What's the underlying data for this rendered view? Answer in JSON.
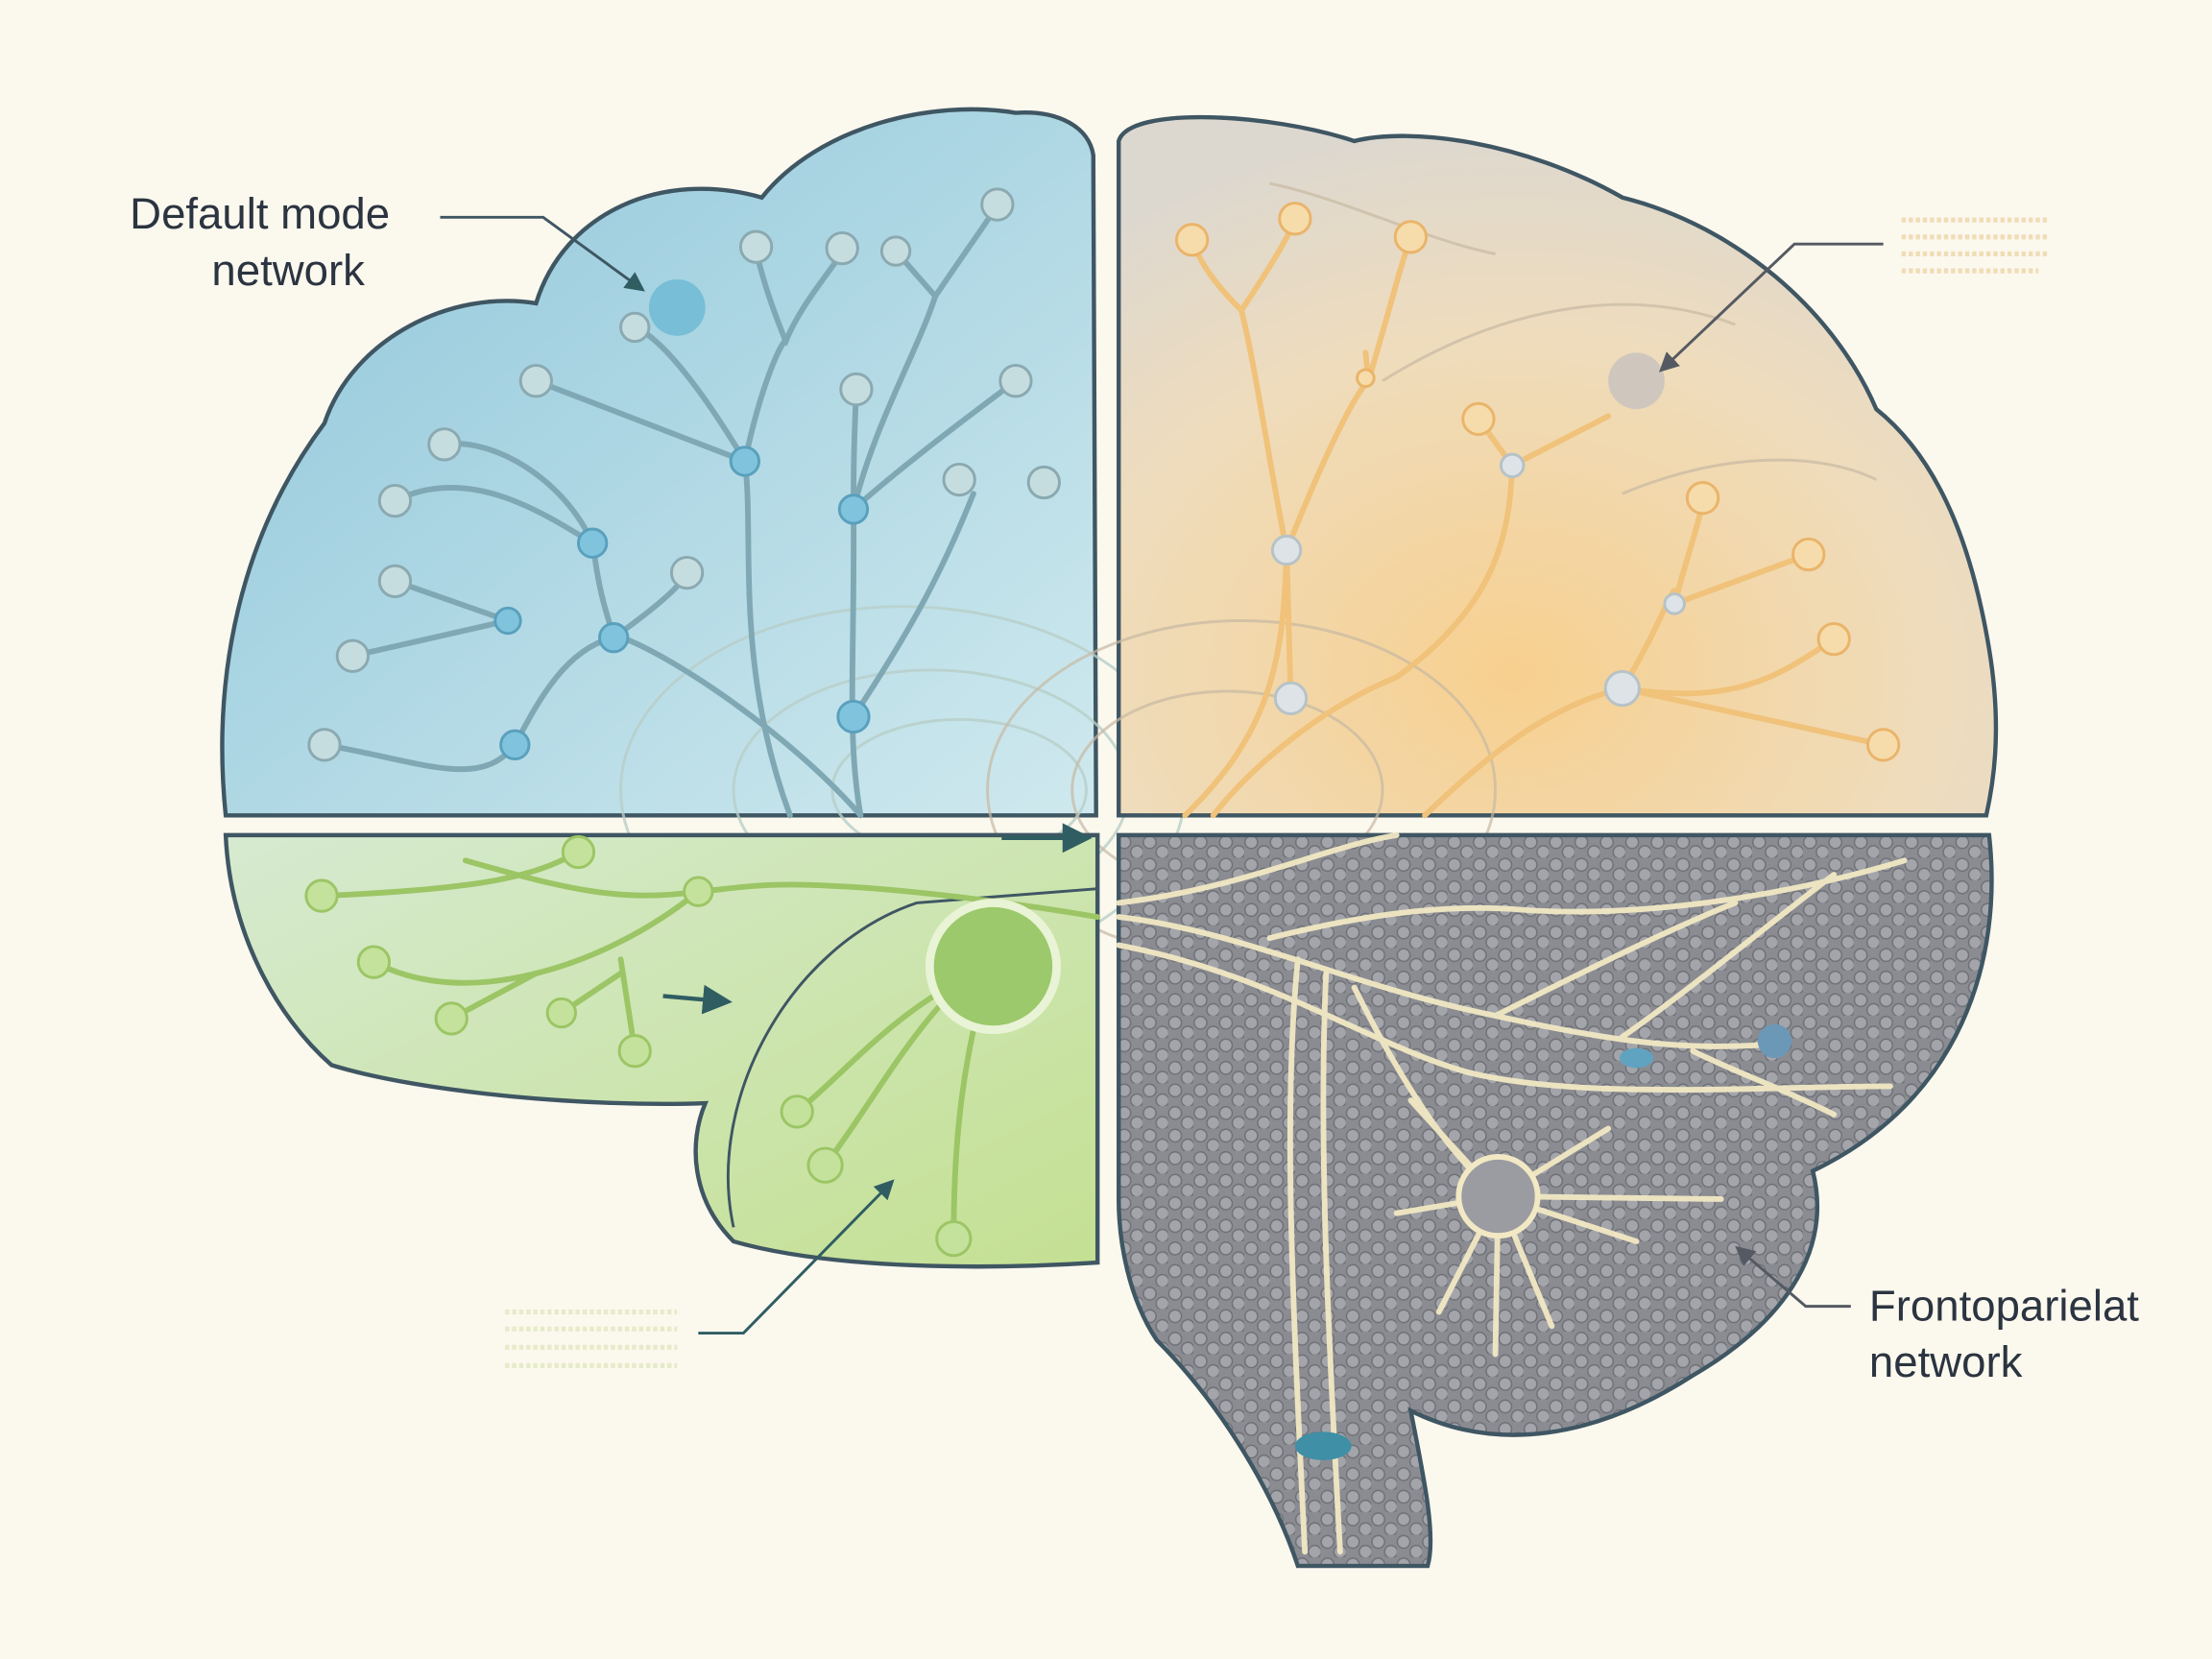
{
  "labels": {
    "default_mode_line1": "Default mode",
    "default_mode_line2": "network",
    "frontoparietal_line1": "Frontoparielat",
    "frontoparietal_line2": "network"
  },
  "colors": {
    "background": "#fbf8ee",
    "blue_region": "#9fd0e0",
    "beige_region": "#e6dccb",
    "green_region": "#cfe4a8",
    "gray_region": "#8f9196",
    "outline": "#3f5663",
    "orange_branch": "#f0c27a",
    "green_branch": "#9cc565"
  }
}
